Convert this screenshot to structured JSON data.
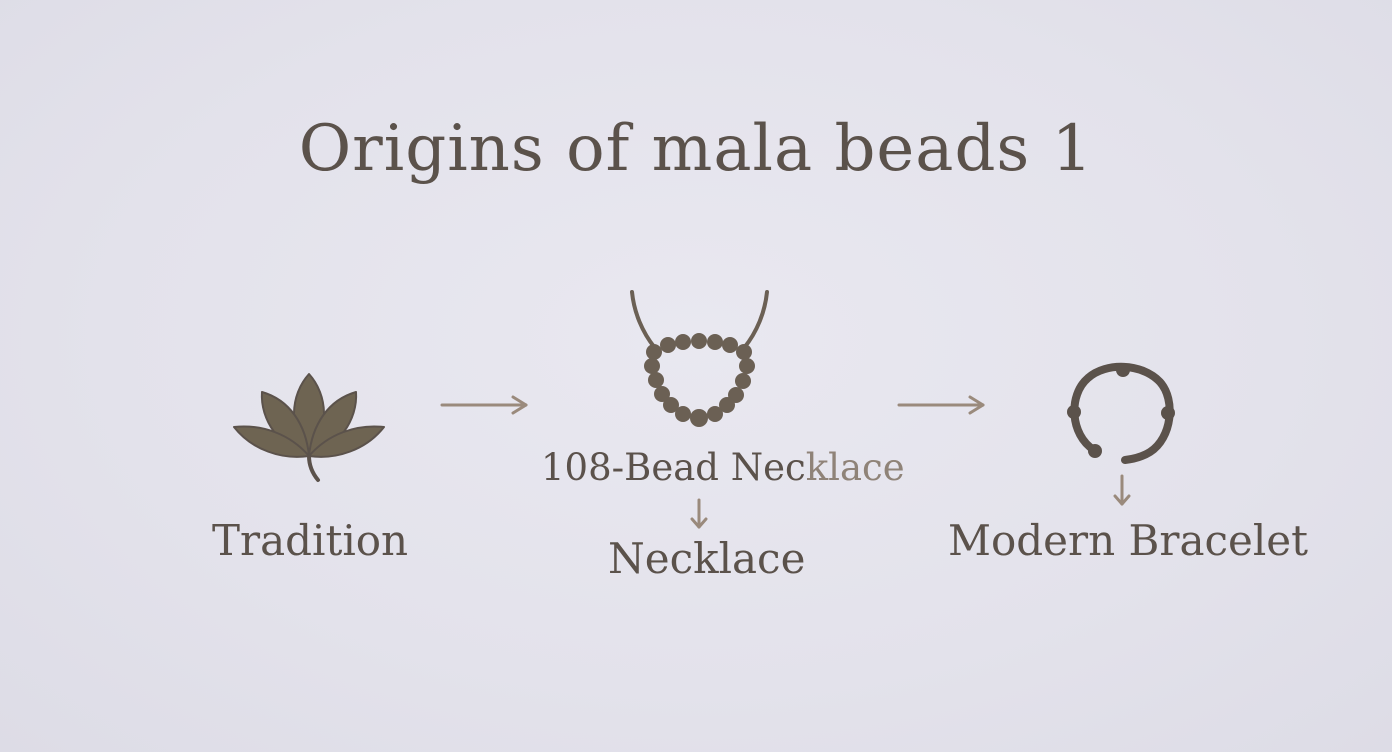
{
  "diagram": {
    "title": "Origins of mala beads 1",
    "stages": [
      {
        "label": "Tradition",
        "icon": "lotus-icon"
      },
      {
        "label_main": "108-Bead Nec",
        "label_faded": "klace",
        "icon": "mala-necklace-icon",
        "sub_label": "Necklace"
      },
      {
        "label": "Modern Bracelet",
        "icon": "bracelet-icon"
      }
    ],
    "colors": {
      "background": "#e4e3ec",
      "text": "#5b524b",
      "icon": "#6b6054",
      "lotus_fill": "#6e6452",
      "arrow": "#9a8a7c"
    }
  }
}
